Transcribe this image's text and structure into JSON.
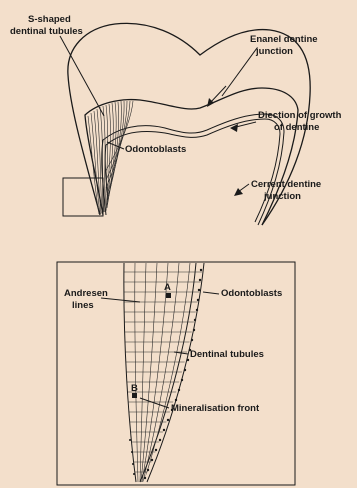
{
  "top": {
    "labels": {
      "s_shaped": [
        "S-shaped",
        "dentinal tubules"
      ],
      "enamel_junction": [
        "Enanel dentine",
        "junction"
      ],
      "growth_direction": [
        "Diection of growth",
        "of dentine"
      ],
      "odontoblasts": "Odontoblasts",
      "current_junction": [
        "Cerrent dentine",
        "junction"
      ]
    }
  },
  "bottom": {
    "labels": {
      "andresen": [
        "Andresen",
        "lines"
      ],
      "point_a": "A",
      "odontoblasts": "Odontoblasts",
      "dentinal_tubules": "Dentinal tubules",
      "point_b": "B",
      "mineralisation": "Mineralisation front"
    }
  }
}
